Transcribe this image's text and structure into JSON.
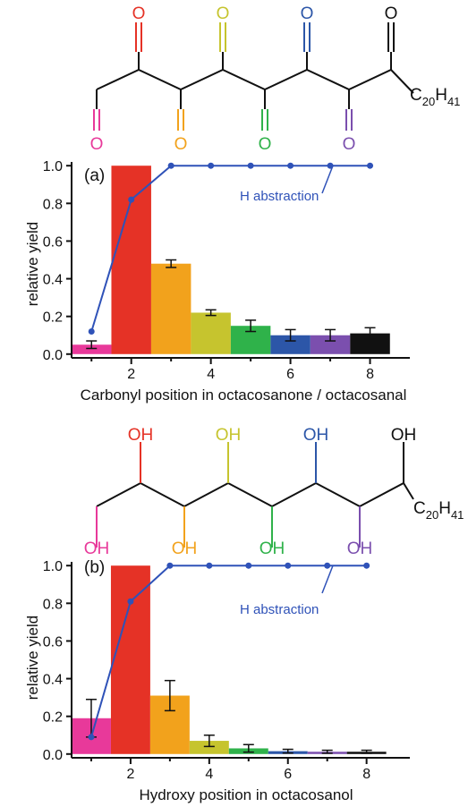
{
  "molecules": [
    {
      "group_label": "O",
      "substituent": {
        "main": "C",
        "sub1": "20",
        "mid": "H",
        "sub2": "41"
      },
      "group_colors": [
        "#e8399a",
        "#e53226",
        "#f2a21c",
        "#c6c42e",
        "#2fb24a",
        "#2c56a8",
        "#7b4fae",
        "#111111"
      ]
    },
    {
      "group_label": "OH",
      "substituent": {
        "main": "C",
        "sub1": "20",
        "mid": "H",
        "sub2": "41"
      },
      "group_colors": [
        "#e8399a",
        "#e53226",
        "#f2a21c",
        "#c6c42e",
        "#2fb24a",
        "#2c56a8",
        "#7b4fae",
        "#111111"
      ]
    }
  ],
  "chart_data": [
    {
      "type": "bar",
      "panel_label": "(a)",
      "xlabel": "Carbonyl position in octacosanone / octacosanal",
      "ylabel": "relative yield",
      "x": [
        1,
        2,
        3,
        4,
        5,
        6,
        7,
        8
      ],
      "values": [
        0.05,
        1.0,
        0.48,
        0.22,
        0.15,
        0.1,
        0.1,
        0.11
      ],
      "errors": [
        0.02,
        0.0,
        0.02,
        0.015,
        0.03,
        0.03,
        0.03,
        0.03
      ],
      "bar_colors": [
        "#e8399a",
        "#e53226",
        "#f2a21c",
        "#c6c42e",
        "#2fb24a",
        "#2c56a8",
        "#7b4fae",
        "#111111"
      ],
      "xlim": [
        0.5,
        9.0
      ],
      "ylim": [
        -0.02,
        1.02
      ],
      "xticks": [
        2,
        4,
        6,
        8
      ],
      "xtick_labels": [
        "2",
        "4",
        "6",
        "8"
      ],
      "yticks": [
        0.0,
        0.2,
        0.4,
        0.6,
        0.8,
        1.0
      ],
      "ytick_labels": [
        "0.0",
        "0.2",
        "0.4",
        "0.6",
        "0.8",
        "1.0"
      ],
      "line_series": {
        "name": "H abstraction",
        "color": "#2f52b8",
        "x": [
          1,
          2,
          3,
          4,
          5,
          6,
          7,
          8
        ],
        "y": [
          0.12,
          0.82,
          1.0,
          1.0,
          1.0,
          1.0,
          1.0,
          1.0
        ]
      },
      "grid": false
    },
    {
      "type": "bar",
      "panel_label": "(b)",
      "xlabel": "Hydroxy position in octacosanol",
      "ylabel": "relative yield",
      "x": [
        1,
        2,
        3,
        4,
        5,
        6,
        7,
        8
      ],
      "values": [
        0.19,
        1.0,
        0.31,
        0.07,
        0.03,
        0.015,
        0.012,
        0.012
      ],
      "errors": [
        0.1,
        0.0,
        0.08,
        0.03,
        0.02,
        0.01,
        0.008,
        0.008
      ],
      "bar_colors": [
        "#e8399a",
        "#e53226",
        "#f2a21c",
        "#c6c42e",
        "#2fb24a",
        "#2c56a8",
        "#7b4fae",
        "#111111"
      ],
      "xlim": [
        0.5,
        9.1
      ],
      "ylim": [
        -0.02,
        1.02
      ],
      "xticks": [
        2,
        4,
        6,
        8
      ],
      "xtick_labels": [
        "2",
        "4",
        "6",
        "8"
      ],
      "yticks": [
        0.0,
        0.2,
        0.4,
        0.6,
        0.8,
        1.0
      ],
      "ytick_labels": [
        "0.0",
        "0.2",
        "0.4",
        "0.6",
        "0.8",
        "1.0"
      ],
      "line_series": {
        "name": "H abstraction",
        "color": "#2f52b8",
        "x": [
          1,
          2,
          3,
          4,
          5,
          6,
          7,
          8
        ],
        "y": [
          0.09,
          0.81,
          1.0,
          1.0,
          1.0,
          1.0,
          1.0,
          1.0
        ]
      },
      "grid": false
    }
  ]
}
